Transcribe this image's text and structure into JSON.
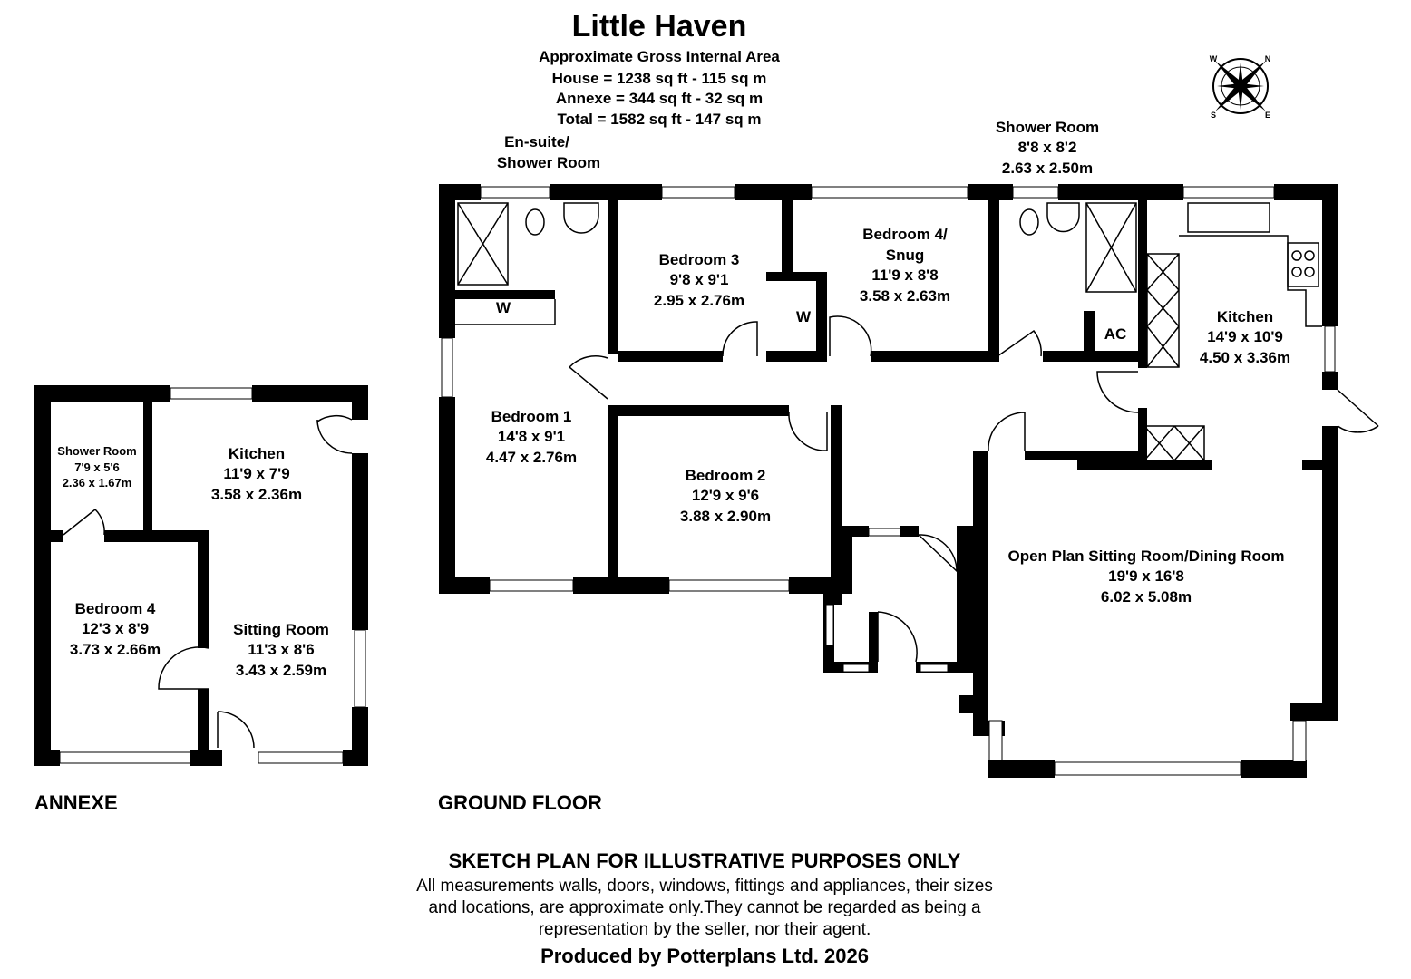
{
  "header": {
    "title": "Little Haven",
    "area_heading": "Approximate Gross Internal Area",
    "house_area": "House = 1238 sq ft - 115 sq m",
    "annexe_area": "Annexe = 344 sq ft - 32 sq m",
    "total_area": "Total = 1582 sq ft - 147 sq m"
  },
  "compass": {
    "labels": [
      "W",
      "N",
      "S",
      "E"
    ]
  },
  "annexe": {
    "label": "ANNEXE",
    "rooms": [
      {
        "name": "Shower Room",
        "imperial": "7'9 x 5'6",
        "metric": "2.36 x 1.67m"
      },
      {
        "name": "Kitchen",
        "imperial": "11'9 x 7'9",
        "metric": "3.58 x 2.36m"
      },
      {
        "name": "Bedroom 4",
        "imperial": "12'3 x 8'9",
        "metric": "3.73 x 2.66m"
      },
      {
        "name": "Sitting Room",
        "imperial": "11'3 x 8'6",
        "metric": "3.43 x 2.59m"
      }
    ]
  },
  "ground_floor": {
    "label": "GROUND FLOOR",
    "ensuite": {
      "line1": "En-suite/",
      "line2": "Shower Room"
    },
    "shower_room": {
      "name": "Shower Room",
      "imperial": "8'8 x 8'2",
      "metric": "2.63 x 2.50m"
    },
    "wardrobe": "W",
    "airing_cupboard": "AC",
    "rooms": [
      {
        "name": "Bedroom 3",
        "imperial": "9'8 x 9'1",
        "metric": "2.95 x 2.76m"
      },
      {
        "name": "Bedroom 4/",
        "name2": "Snug",
        "imperial": "11'9 x 8'8",
        "metric": "3.58 x 2.63m"
      },
      {
        "name": "Kitchen",
        "imperial": "14'9 x 10'9",
        "metric": "4.50 x 3.36m"
      },
      {
        "name": "Bedroom 1",
        "imperial": "14'8 x 9'1",
        "metric": "4.47 x 2.76m"
      },
      {
        "name": "Bedroom 2",
        "imperial": "12'9 x 9'6",
        "metric": "3.88 x 2.90m"
      },
      {
        "name": "Open Plan Sitting Room/Dining Room",
        "imperial": "19'9 x 16'8",
        "metric": "6.02 x 5.08m"
      }
    ]
  },
  "disclaimer": {
    "heading": "SKETCH PLAN FOR ILLUSTRATIVE PURPOSES ONLY",
    "line1": "All measurements walls, doors, windows, fittings and appliances, their sizes",
    "line2": "and locations, are approximate only.They cannot be regarded as being a",
    "line3": "representation by the seller, nor their agent.",
    "credit": "Produced by Potterplans Ltd. 2026"
  }
}
